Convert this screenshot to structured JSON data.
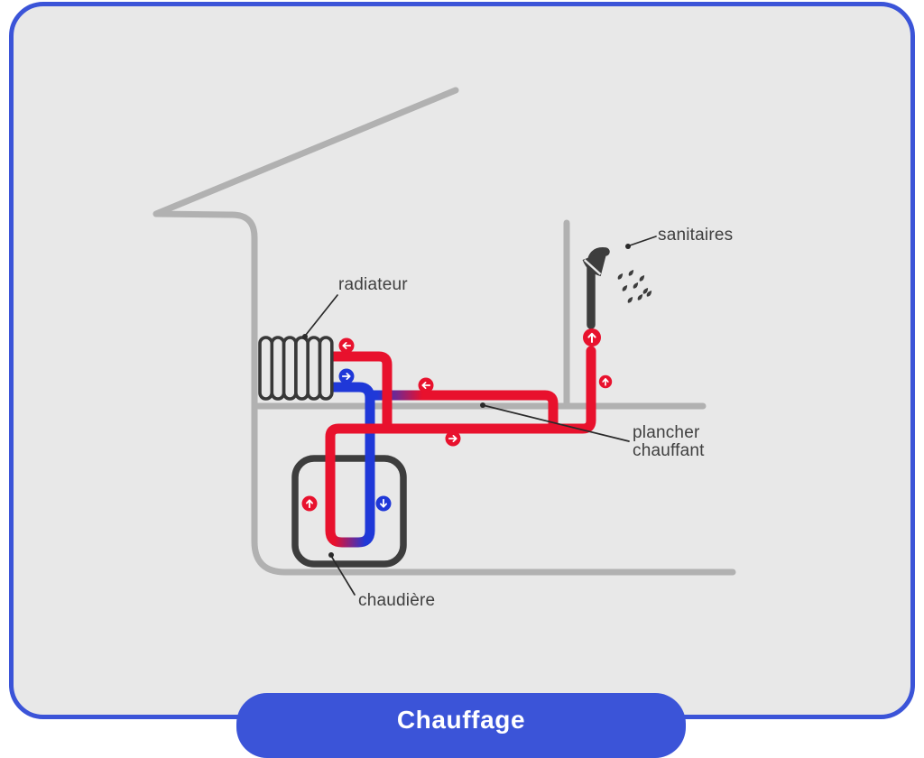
{
  "labels": {
    "radiator": "radiateur",
    "sanitary": "sanitaires",
    "floor_heating": "plancher chauffant",
    "boiler": "chaudière"
  },
  "button": {
    "label": "Chauffage"
  },
  "colors": {
    "hot_water": "#e8112d",
    "cold_water": "#1f38d8",
    "accent_blue": "#3b54d8",
    "house_structure": "#b1b1b1",
    "equipment_dark": "#3d3d3d",
    "card_background": "#e8e8e8",
    "label_text": "#3f3f3f"
  },
  "flow_arrows": [
    {
      "id": "radiator-supply",
      "direction": "left",
      "color": "hot"
    },
    {
      "id": "radiator-return",
      "direction": "right",
      "color": "cold"
    },
    {
      "id": "floor-return",
      "direction": "left",
      "color": "hot"
    },
    {
      "id": "floor-supply",
      "direction": "right",
      "color": "hot"
    },
    {
      "id": "sanitary-riser-upper",
      "direction": "up",
      "color": "hot"
    },
    {
      "id": "sanitary-riser-lower",
      "direction": "up",
      "color": "hot"
    },
    {
      "id": "boiler-outlet",
      "direction": "up",
      "color": "hot"
    },
    {
      "id": "boiler-inlet",
      "direction": "down",
      "color": "cold"
    }
  ],
  "equipment": [
    "radiateur",
    "sanitaires",
    "plancher chauffant",
    "chaudière"
  ]
}
